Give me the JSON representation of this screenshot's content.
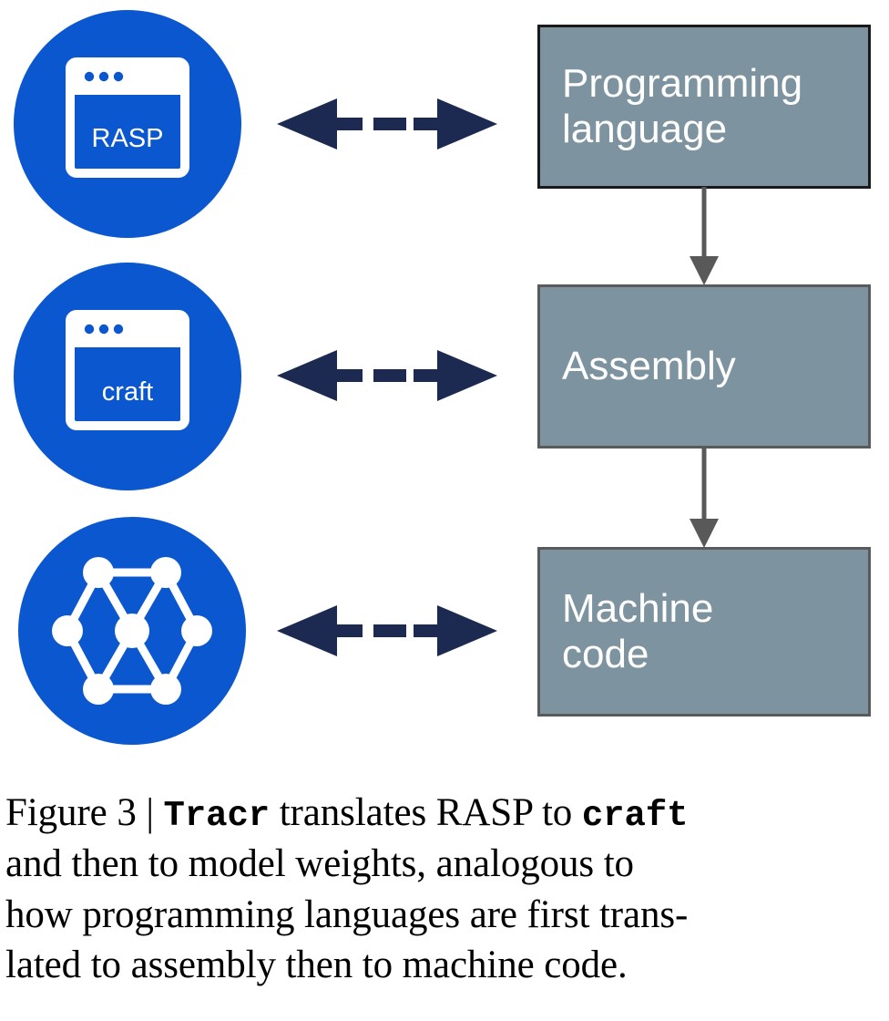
{
  "figure": {
    "id": "Figure 3",
    "separator": "|",
    "caption_lines": [
      "Figure 3 | \u0000Tracr\u0000 translates RASP to \u0000craft\u0000",
      "and then to model weights, analogous to",
      "how programming languages are first trans-",
      "lated to assembly then to machine code."
    ],
    "caption_plain": "Figure 3 | Tracr translates RASP to craft and then to model weights, analogous to how programming languages are first translated to assembly then to machine code.",
    "caption_segments": [
      {
        "text": "Figure 3 | ",
        "style": "serif"
      },
      {
        "text": "Tracr",
        "style": "mono"
      },
      {
        "text": " translates RASP to ",
        "style": "serif"
      },
      {
        "text": "craft",
        "style": "mono"
      },
      {
        "text": " and then to model weights, analogous to how programming languages are first trans-lated to assembly then to machine code.",
        "style": "serif"
      }
    ]
  },
  "colors": {
    "circle_blue": "#0b57d0",
    "arrow_navy": "#1c2951",
    "box_fill": "#7d94a0",
    "box_border_top": "#1a1a1a",
    "box_border": "#5a5a5a",
    "connector_gray": "#595959",
    "text_white": "#ffffff",
    "background": "#ffffff"
  },
  "rows": [
    {
      "icon": {
        "name": "window-rasp-icon",
        "label": "RASP",
        "type": "window"
      },
      "arrow": {
        "name": "bidirectional-dashed-arrow",
        "direction": "both",
        "style": "dashed"
      },
      "box": {
        "name": "programming-language-box",
        "label": "Programming\nlanguage"
      }
    },
    {
      "icon": {
        "name": "window-craft-icon",
        "label": "craft",
        "type": "window"
      },
      "arrow": {
        "name": "bidirectional-dashed-arrow",
        "direction": "both",
        "style": "dashed"
      },
      "box": {
        "name": "assembly-box",
        "label": "Assembly"
      }
    },
    {
      "icon": {
        "name": "network-graph-icon",
        "label": "",
        "type": "graph"
      },
      "arrow": {
        "name": "bidirectional-dashed-arrow",
        "direction": "both",
        "style": "dashed"
      },
      "box": {
        "name": "machine-code-box",
        "label": "Machine\ncode"
      }
    }
  ],
  "connectors": [
    {
      "name": "programming-language-to-assembly-arrow",
      "from": "Programming language",
      "to": "Assembly",
      "direction": "down"
    },
    {
      "name": "assembly-to-machine-code-arrow",
      "from": "Assembly",
      "to": "Machine code",
      "direction": "down"
    }
  ]
}
